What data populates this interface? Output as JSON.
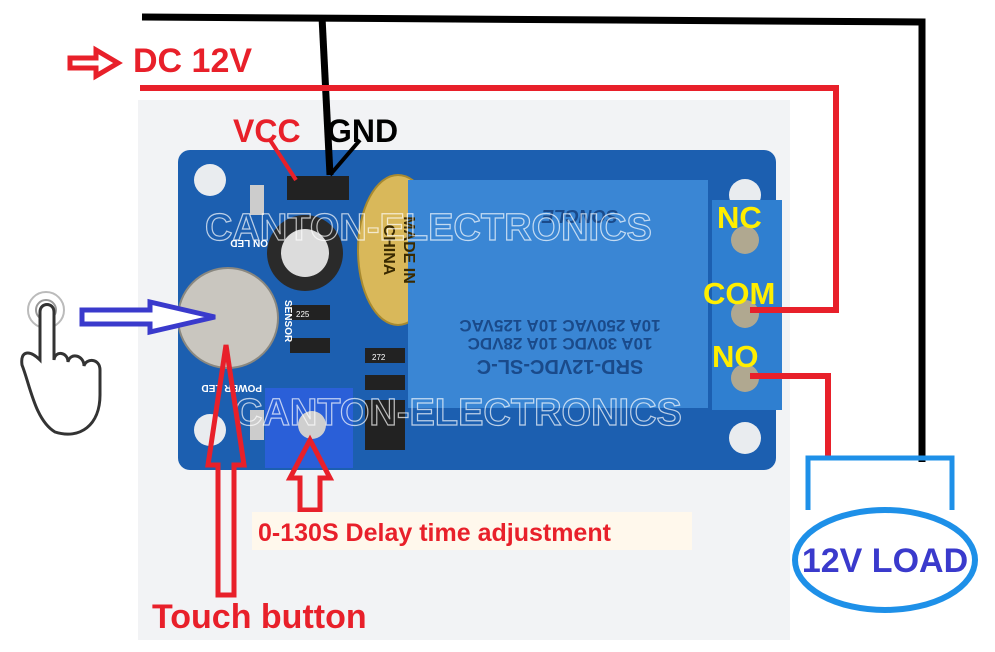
{
  "labels": {
    "power": "DC 12V",
    "vcc": "VCC",
    "gnd": "GND",
    "nc": "NC",
    "com": "COM",
    "no": "NO",
    "delay": "0-130S Delay time adjustment",
    "touch": "Touch button",
    "load": "12V LOAD"
  },
  "board": {
    "watermark": "CANTON-ELECTRONICS",
    "relay_model": "SRD-12VDC-SL-C",
    "relay_rating_1": "10A 250VAC  10A 125VAC",
    "relay_rating_2": "10A 30VDC  10A 28VDC",
    "relay_brand": "SONGLE",
    "cap_text_1": "MADE IN",
    "cap_text_2": "CHINA",
    "silk_sensor": "SENSOR",
    "silk_power_led": "POWER LED",
    "silk_on_led": "ON LED",
    "resistor_code_1": "225",
    "resistor_code_2": "272"
  },
  "colors": {
    "red": "#e8202a",
    "black": "#000000",
    "blue": "#3a3acc",
    "yellow": "#ffee00",
    "load_ring": "#1e90e8",
    "pcb": "#1c5fb0",
    "relay": "#3a86d4"
  }
}
